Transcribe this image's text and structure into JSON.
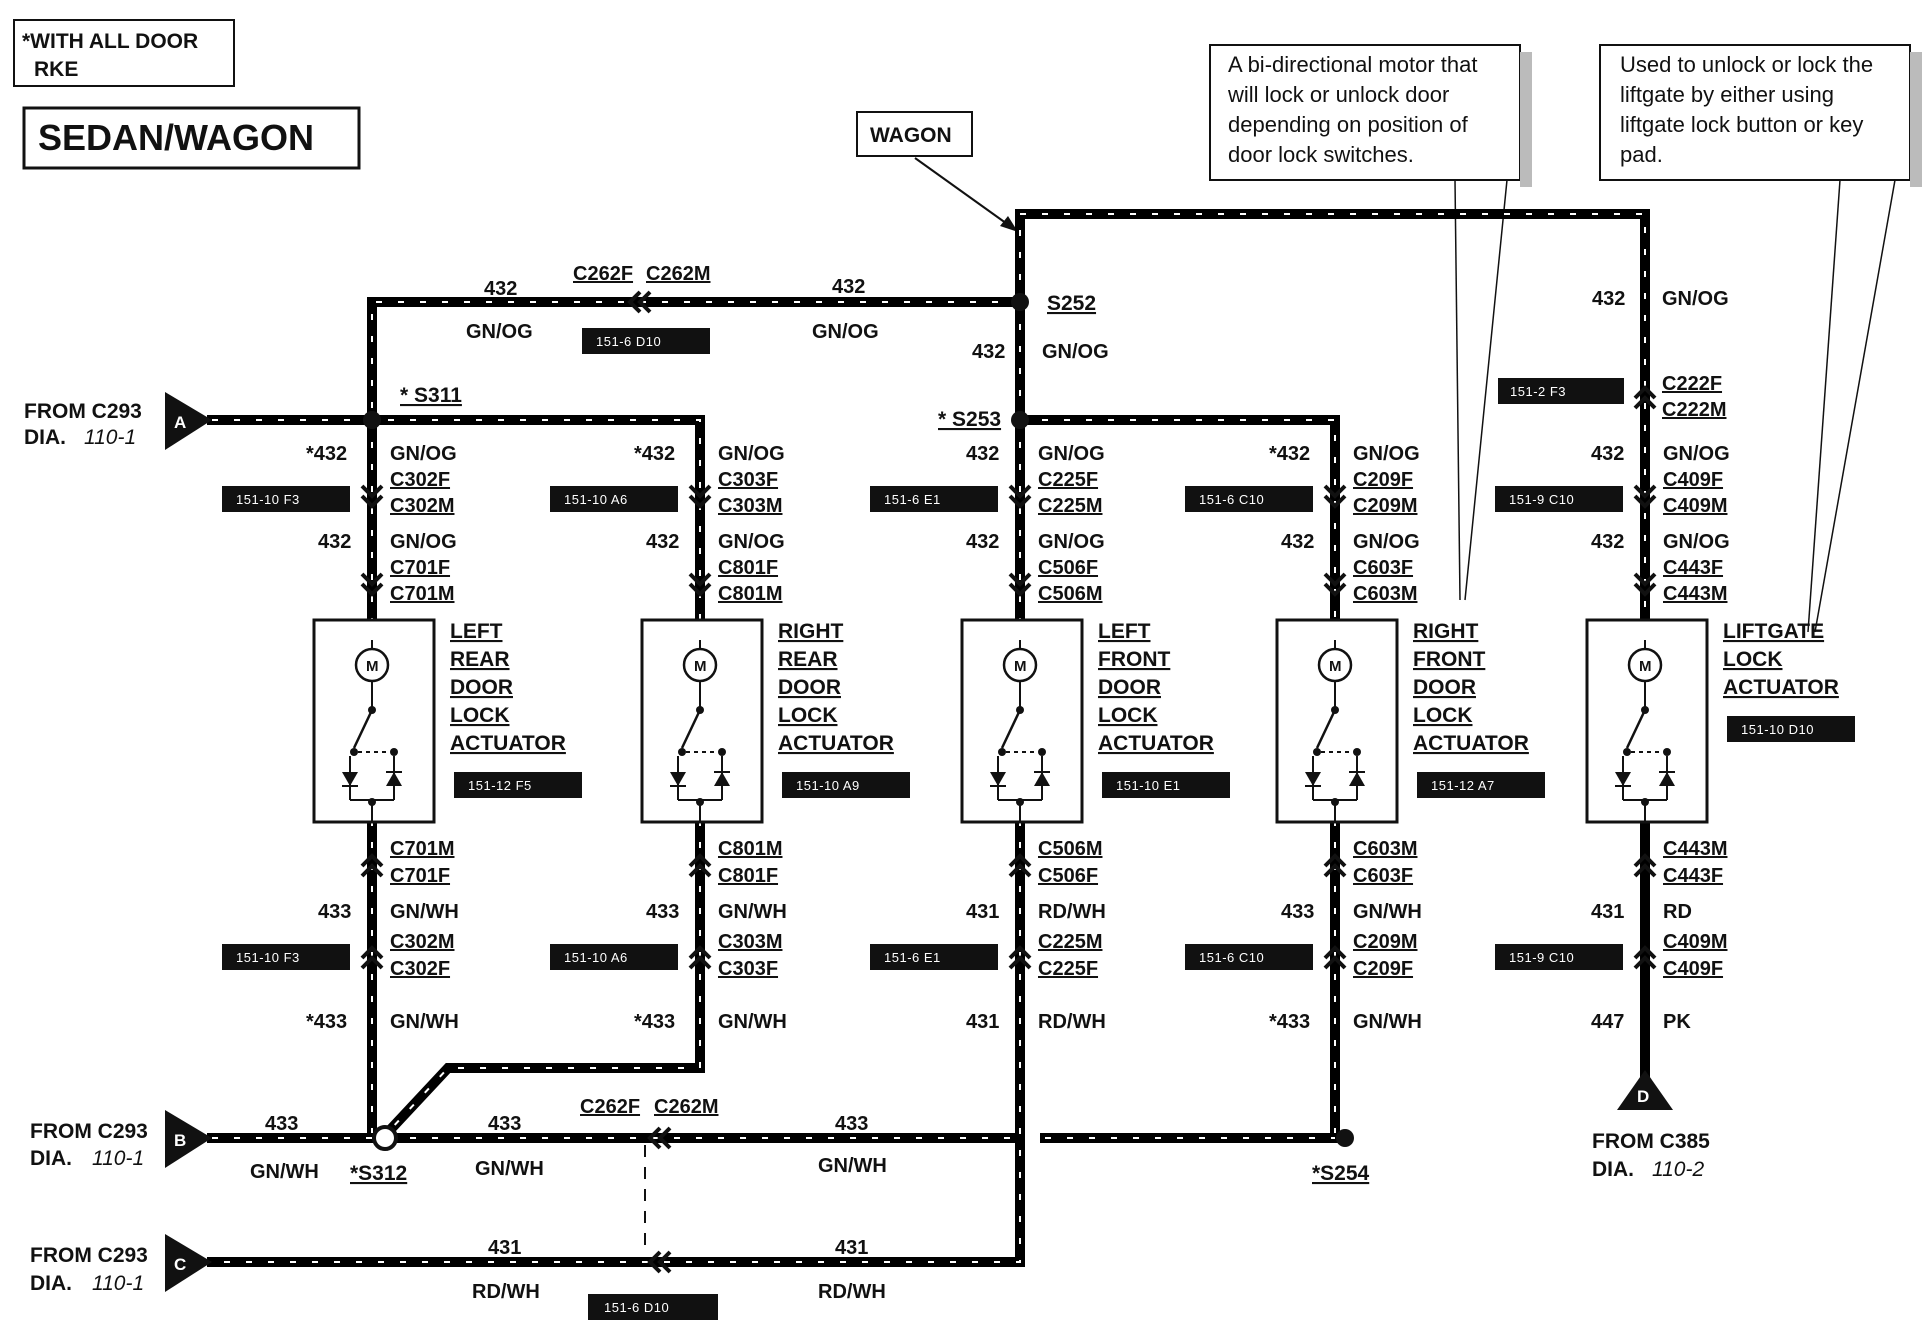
{
  "header": {
    "note_line1": "*WITH ALL DOOR",
    "note_line2": "RKE",
    "title": "SEDAN/WAGON",
    "wagon_label": "WAGON"
  },
  "callouts": {
    "motor_note": [
      "A bi-directional motor that",
      "will lock or unlock door",
      "depending on position of",
      "door lock switches."
    ],
    "liftgate_note": [
      "Used to unlock or lock the",
      "liftgate  by either using",
      "liftgate  lock button or key",
      "pad."
    ]
  },
  "sources": {
    "a": {
      "letter": "A",
      "from": "FROM C293",
      "dia": "DIA.",
      "page": "110-1"
    },
    "b": {
      "letter": "B",
      "from": "FROM C293",
      "dia": "DIA.",
      "page": "110-1"
    },
    "c": {
      "letter": "C",
      "from": "FROM C293",
      "dia": "DIA.",
      "page": "110-1"
    },
    "d": {
      "letter": "D",
      "from": "FROM C385",
      "dia": "DIA.",
      "page": "110-2"
    }
  },
  "splices": {
    "s252": "S252",
    "s311": "* S311",
    "s253": "* S253",
    "s312": "*S312",
    "s254": "*S254"
  },
  "top_wire": {
    "circuit_left": "432",
    "color_left": "GN/OG",
    "connector_f": "C262F",
    "connector_m": "C262M",
    "circuit_right": "432",
    "color_right": "GN/OG",
    "ref": "151-6 D10"
  },
  "bottom_wires": {
    "b_circuit": "433",
    "b_color": "GN/WH",
    "mid433_circuit": "433",
    "mid433_color": "GN/WH",
    "right433_circuit": "433",
    "right433_color": "GN/WH",
    "c262f": "C262F",
    "c262m": "C262M",
    "c_left_circuit": "431",
    "c_left_color": "RD/WH",
    "c_right_circuit": "431",
    "c_right_color": "RD/WH",
    "ref": "151-6 D10"
  },
  "s252_drop": {
    "circuit": "432",
    "color": "GN/OG"
  },
  "actuators": [
    {
      "name": [
        "LEFT",
        "REAR",
        "DOOR",
        "LOCK",
        "ACTUATOR"
      ],
      "ref": "151-12 F5",
      "top": {
        "c1": "*432",
        "col1": "GN/OG",
        "conn1f": "C302F",
        "conn1m": "C302M",
        "ref1": "151-10 F3",
        "c2": "432",
        "col2": "GN/OG",
        "conn2f": "C701F",
        "conn2m": "C701M"
      },
      "bottom": {
        "conn1a": "C701M",
        "conn1b": "C701F",
        "c1": "433",
        "col1": "GN/WH",
        "conn2a": "C302M",
        "conn2b": "C302F",
        "ref2": "151-10 F3",
        "c2": "*433",
        "col2": "GN/WH"
      }
    },
    {
      "name": [
        "RIGHT",
        "REAR",
        "DOOR",
        "LOCK",
        "ACTUATOR"
      ],
      "ref": "151-10 A9",
      "top": {
        "c1": "*432",
        "col1": "GN/OG",
        "conn1f": "C303F",
        "conn1m": "C303M",
        "ref1": "151-10 A6",
        "c2": "432",
        "col2": "GN/OG",
        "conn2f": "C801F",
        "conn2m": "C801M"
      },
      "bottom": {
        "conn1a": "C801M",
        "conn1b": "C801F",
        "c1": "433",
        "col1": "GN/WH",
        "conn2a": "C303M",
        "conn2b": "C303F",
        "ref2": "151-10 A6",
        "c2": "*433",
        "col2": "GN/WH"
      }
    },
    {
      "name": [
        "LEFT",
        "FRONT",
        "DOOR",
        "LOCK",
        "ACTUATOR"
      ],
      "ref": "151-10 E1",
      "top": {
        "c1": "432",
        "col1": "GN/OG",
        "conn1f": "C225F",
        "conn1m": "C225M",
        "ref1": "151-6 E1",
        "c2": "432",
        "col2": "GN/OG",
        "conn2f": "C506F",
        "conn2m": "C506M"
      },
      "bottom": {
        "conn1a": "C506M",
        "conn1b": "C506F",
        "c1": "431",
        "col1": "RD/WH",
        "conn2a": "C225M",
        "conn2b": "C225F",
        "ref2": "151-6 E1",
        "c2": "431",
        "col2": "RD/WH"
      }
    },
    {
      "name": [
        "RIGHT",
        "FRONT",
        "DOOR",
        "LOCK",
        "ACTUATOR"
      ],
      "ref": "151-12 A7",
      "top": {
        "c1": "*432",
        "col1": "GN/OG",
        "conn1f": "C209F",
        "conn1m": "C209M",
        "ref1": "151-6 C10",
        "c2": "432",
        "col2": "GN/OG",
        "conn2f": "C603F",
        "conn2m": "C603M"
      },
      "bottom": {
        "conn1a": "C603M",
        "conn1b": "C603F",
        "c1": "433",
        "col1": "GN/WH",
        "conn2a": "C209M",
        "conn2b": "C209F",
        "ref2": "151-6 C10",
        "c2": "*433",
        "col2": "GN/WH"
      }
    },
    {
      "name": [
        "LIFTGATE",
        "LOCK",
        "ACTUATOR"
      ],
      "ref": "151-10 D10",
      "top": {
        "c1": "432",
        "col1": "GN/OG",
        "conn1f": "C409F",
        "conn1m": "C409M",
        "ref1": "151-9 C10",
        "c2": "432",
        "col2": "GN/OG",
        "conn2f": "C443F",
        "conn2m": "C443M"
      },
      "bottom": {
        "conn1a": "C443M",
        "conn1b": "C443F",
        "c1": "431",
        "col1": "RD",
        "conn2a": "C409M",
        "conn2b": "C409F",
        "ref2": "151-9 C10",
        "c2": "447",
        "col2": "PK"
      }
    }
  ],
  "liftgate_upper": {
    "circuit": "432",
    "color": "GN/OG",
    "ref": "151-2 F3",
    "conn_f": "C222F",
    "conn_m": "C222M"
  },
  "motor_symbol": "M"
}
